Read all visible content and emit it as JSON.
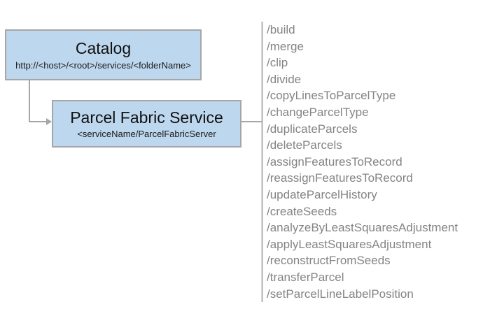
{
  "diagram": {
    "colors": {
      "node_fill": "#BDD7EE",
      "node_border": "#A6A6A6",
      "connector": "#A6A6A6",
      "endpoint_text": "#848484",
      "title_text": "#111111"
    },
    "catalog": {
      "title": "Catalog",
      "subtitle": "http://<host>/<root>/services/<folderName>"
    },
    "service": {
      "title": "Parcel Fabric Service",
      "subtitle": "<serviceName/ParcelFabricServer"
    },
    "endpoints": [
      "/build",
      "/merge",
      "/clip",
      "/divide",
      "/copyLinesToParcelType",
      "/changeParcelType",
      "/duplicateParcels",
      "/deleteParcels",
      "/assignFeaturesToRecord",
      "/reassignFeaturesToRecord",
      "/updateParcelHistory",
      "/createSeeds",
      "/analyzeByLeastSquaresAdjustment",
      "/applyLeastSquaresAdjustment",
      "/reconstructFromSeeds",
      "/transferParcel",
      "/setParcelLineLabelPosition"
    ]
  }
}
